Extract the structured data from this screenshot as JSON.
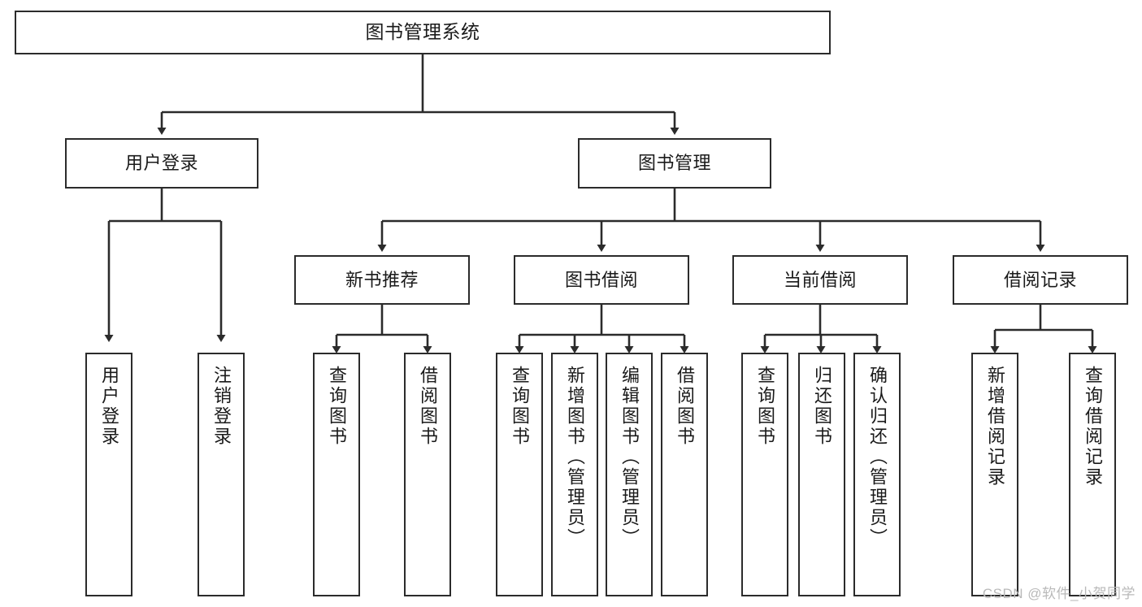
{
  "diagram": {
    "title": "图书管理系统",
    "type": "tree-hierarchy-diagram",
    "colors": {
      "stroke": "#2b2b2b",
      "fill": "#ffffff",
      "text": "#1a1a1a",
      "watermark": "#b9b9b9"
    },
    "root": {
      "label": "图书管理系统"
    },
    "level2": [
      {
        "label": "用户登录"
      },
      {
        "label": "图书管理"
      }
    ],
    "level3": [
      {
        "label": "新书推荐"
      },
      {
        "label": "图书借阅"
      },
      {
        "label": "当前借阅"
      },
      {
        "label": "借阅记录"
      }
    ],
    "leaves": {
      "user_login": [
        {
          "label": "用户登录"
        },
        {
          "label": "注销登录"
        }
      ],
      "new_book_recommend": [
        {
          "label": "查询图书"
        },
        {
          "label": "借阅图书"
        }
      ],
      "book_borrow": [
        {
          "label": "查询图书"
        },
        {
          "label": "新增图书（管理员）"
        },
        {
          "label": "编辑图书（管理员）"
        },
        {
          "label": "借阅图书"
        }
      ],
      "current_borrow": [
        {
          "label": "查询图书"
        },
        {
          "label": "归还图书"
        },
        {
          "label": "确认归还（管理员）"
        }
      ],
      "borrow_record": [
        {
          "label": "新增借阅记录"
        },
        {
          "label": "查询借阅记录"
        }
      ]
    }
  },
  "watermark": {
    "text": "CSDN @软件_小贺同学"
  }
}
